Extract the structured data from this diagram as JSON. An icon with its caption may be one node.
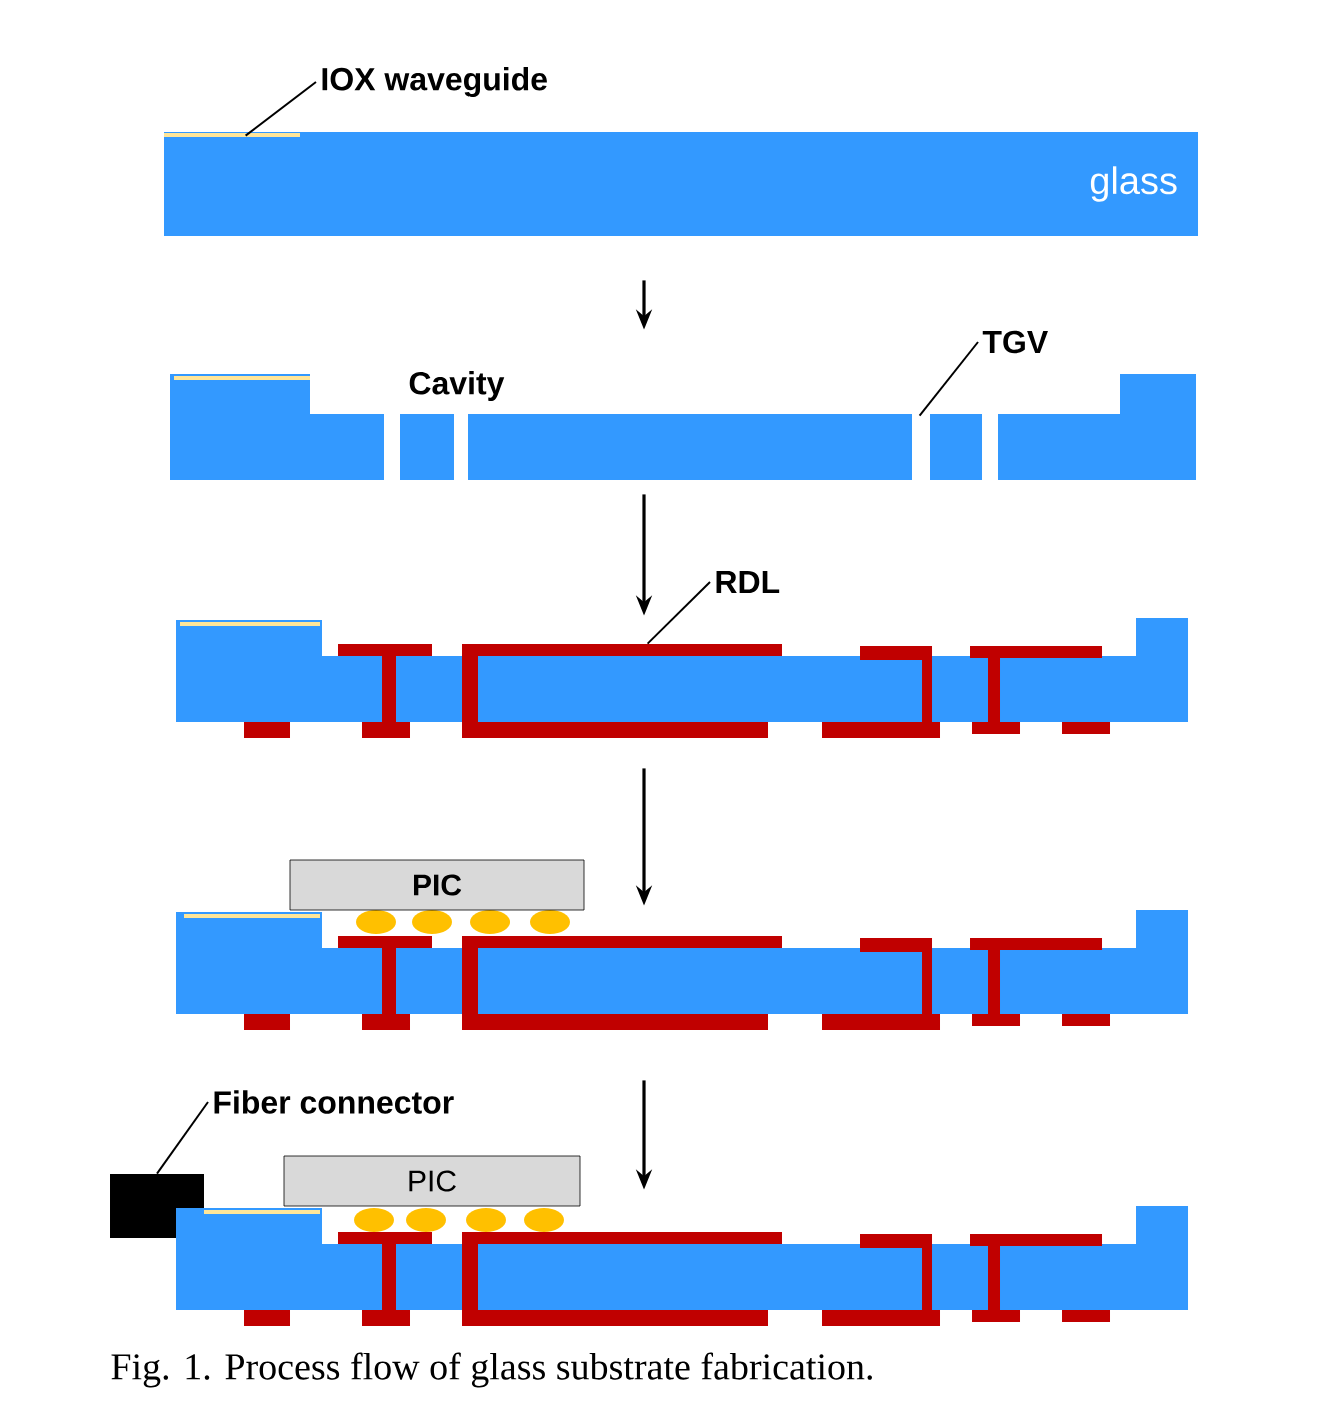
{
  "diagram": {
    "caption": "Fig. 1. Process flow of glass substrate fabrication.",
    "nodes": [
      {
        "text": [
          "IOX waveguide"
        ]
      },
      {
        "text": [
          "glass"
        ]
      },
      {
        "text": [],
        "shape": "picture"
      },
      {
        "text": [
          "TGV"
        ]
      },
      {
        "text": [
          "RDL"
        ]
      },
      {
        "text": [],
        "shape": "picture"
      },
      {
        "text": [],
        "shape": "picture"
      },
      {
        "text": [
          "PIC"
        ]
      },
      {
        "text": [
          "Fiber connector"
        ]
      },
      {
        "text": [],
        "shape": "box"
      },
      {
        "text": [],
        "shape": "picture"
      },
      {
        "text": [
          "PIC"
        ]
      }
    ],
    "edges": [
      {
        "from": 1,
        "to": 2,
        "arrow": "to"
      },
      {
        "from": 2,
        "to": 5,
        "arrow": "to"
      },
      {
        "from": 5,
        "to": 6,
        "arrow": "to"
      },
      {
        "from": 6,
        "to": 10,
        "arrow": "to"
      },
      {
        "from": 0,
        "to": 1,
        "arrow": "none"
      },
      {
        "from": 3,
        "to": 2,
        "arrow": "none"
      },
      {
        "from": 4,
        "to": 5,
        "arrow": "none"
      },
      {
        "from": 8,
        "to": 9,
        "arrow": "none"
      }
    ],
    "labels": [
      "Cavity"
    ]
  }
}
